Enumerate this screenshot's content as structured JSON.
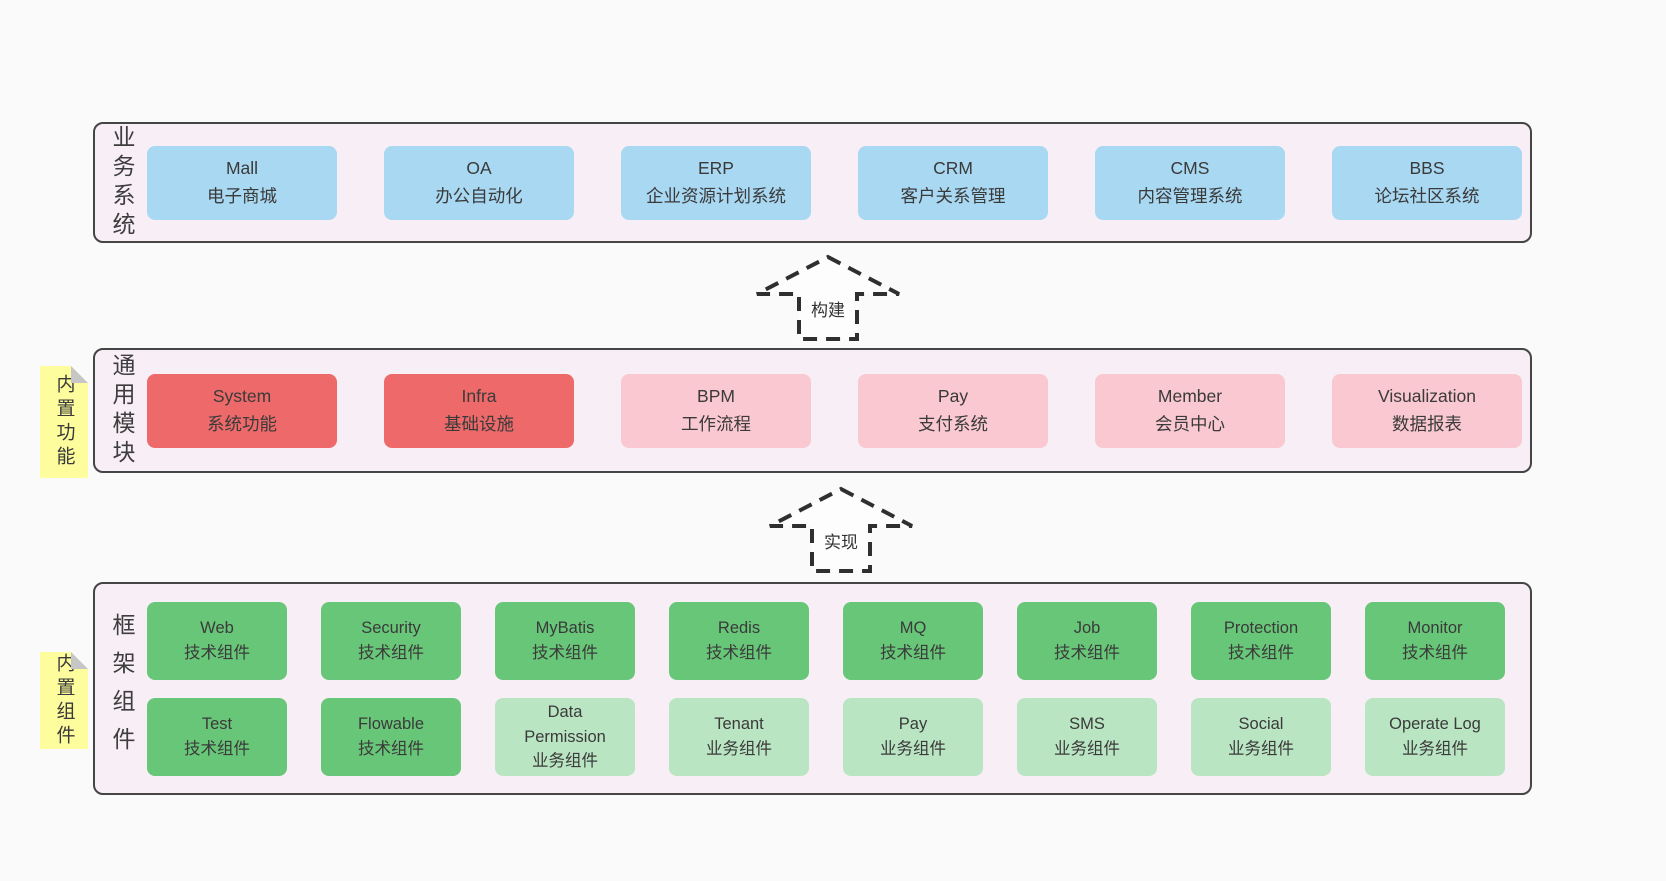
{
  "page": {
    "background": "#fafafa",
    "text_color": "#3d3d3d"
  },
  "colors": {
    "blue": "#a9d8f2",
    "red": "#ee6a6a",
    "pink": "#f9c8d0",
    "green": "#68c678",
    "lightgreen": "#bae5c3",
    "panel_bg": "#f8eef6",
    "panel_border": "#454545",
    "note_bg": "#fdfd9e",
    "note_fold": "#c6c6c6",
    "arrow_stroke": "#2f2f2f"
  },
  "arrows": [
    {
      "label": "构建"
    },
    {
      "label": "实现"
    }
  ],
  "layers": [
    {
      "id": "business-systems",
      "label": "业务系统",
      "boxes": [
        {
          "name": "Mall",
          "desc": "电子商城",
          "type": "blue"
        },
        {
          "name": "OA",
          "desc": "办公自动化",
          "type": "blue"
        },
        {
          "name": "ERP",
          "desc": "企业资源计划系统",
          "type": "blue"
        },
        {
          "name": "CRM",
          "desc": "客户关系管理",
          "type": "blue"
        },
        {
          "name": "CMS",
          "desc": "内容管理系统",
          "type": "blue"
        },
        {
          "name": "BBS",
          "desc": "论坛社区系统",
          "type": "blue"
        }
      ]
    },
    {
      "id": "common-modules",
      "label": "通用模块",
      "note": "内置功能",
      "boxes": [
        {
          "name": "System",
          "desc": "系统功能",
          "type": "red"
        },
        {
          "name": "Infra",
          "desc": "基础设施",
          "type": "red"
        },
        {
          "name": "BPM",
          "desc": "工作流程",
          "type": "pink"
        },
        {
          "name": "Pay",
          "desc": "支付系统",
          "type": "pink"
        },
        {
          "name": "Member",
          "desc": "会员中心",
          "type": "pink"
        },
        {
          "name": "Visualization",
          "desc": "数据报表",
          "type": "pink"
        }
      ]
    },
    {
      "id": "framework-components",
      "label": "框架组件",
      "note": "内置组件",
      "rows": [
        [
          {
            "name": "Web",
            "desc": "技术组件",
            "type": "green"
          },
          {
            "name": "Security",
            "desc": "技术组件",
            "type": "green"
          },
          {
            "name": "MyBatis",
            "desc": "技术组件",
            "type": "green"
          },
          {
            "name": "Redis",
            "desc": "技术组件",
            "type": "green"
          },
          {
            "name": "MQ",
            "desc": "技术组件",
            "type": "green"
          },
          {
            "name": "Job",
            "desc": "技术组件",
            "type": "green"
          },
          {
            "name": "Protection",
            "desc": "技术组件",
            "type": "green"
          },
          {
            "name": "Monitor",
            "desc": "技术组件",
            "type": "green"
          }
        ],
        [
          {
            "name": "Test",
            "desc": "技术组件",
            "type": "green"
          },
          {
            "name": "Flowable",
            "desc": "技术组件",
            "type": "green"
          },
          {
            "name": "Data Permission",
            "desc": "业务组件",
            "type": "lightgreen"
          },
          {
            "name": "Tenant",
            "desc": "业务组件",
            "type": "lightgreen"
          },
          {
            "name": "Pay",
            "desc": "业务组件",
            "type": "lightgreen"
          },
          {
            "name": "SMS",
            "desc": "业务组件",
            "type": "lightgreen"
          },
          {
            "name": "Social",
            "desc": "业务组件",
            "type": "lightgreen"
          },
          {
            "name": "Operate Log",
            "desc": "业务组件",
            "type": "lightgreen"
          }
        ]
      ]
    }
  ]
}
